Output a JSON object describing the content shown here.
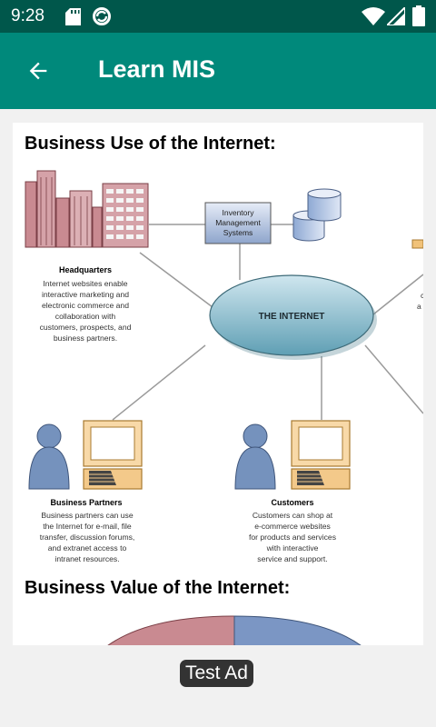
{
  "status_bar": {
    "time": "9:28",
    "icons": [
      "sd-card-icon",
      "sync-icon",
      "wifi-icon",
      "signal-icon",
      "battery-icon"
    ]
  },
  "app_bar": {
    "title": "Learn MIS",
    "back_icon": "arrow-left-icon",
    "background": "#00897b"
  },
  "content": {
    "section1_title": "Business Use of the Internet:",
    "diagram": {
      "center_label": "THE INTERNET",
      "inventory_lines": [
        "Inventory",
        "Management",
        "Systems"
      ],
      "headquarters": {
        "title": "Headquarters",
        "lines": [
          "Internet websites enable",
          "interactive marketing and",
          "electronic commerce and",
          "collaboration with",
          "customers, prospects, and",
          "business partners."
        ]
      },
      "partners": {
        "title": "Business Partners",
        "lines": [
          "Business partners can use",
          "the Internet for e-mail, file",
          "transfer, discussion forums,",
          "and extranet access to",
          "intranet resources."
        ]
      },
      "customers": {
        "title": "Customers",
        "lines": [
          "Customers can shop at",
          "e-commerce websites",
          "for products and services",
          "with interactive",
          "service and support."
        ]
      }
    },
    "section2_title": "Business Value of the Internet:"
  },
  "ad": {
    "label": "Test Ad"
  }
}
